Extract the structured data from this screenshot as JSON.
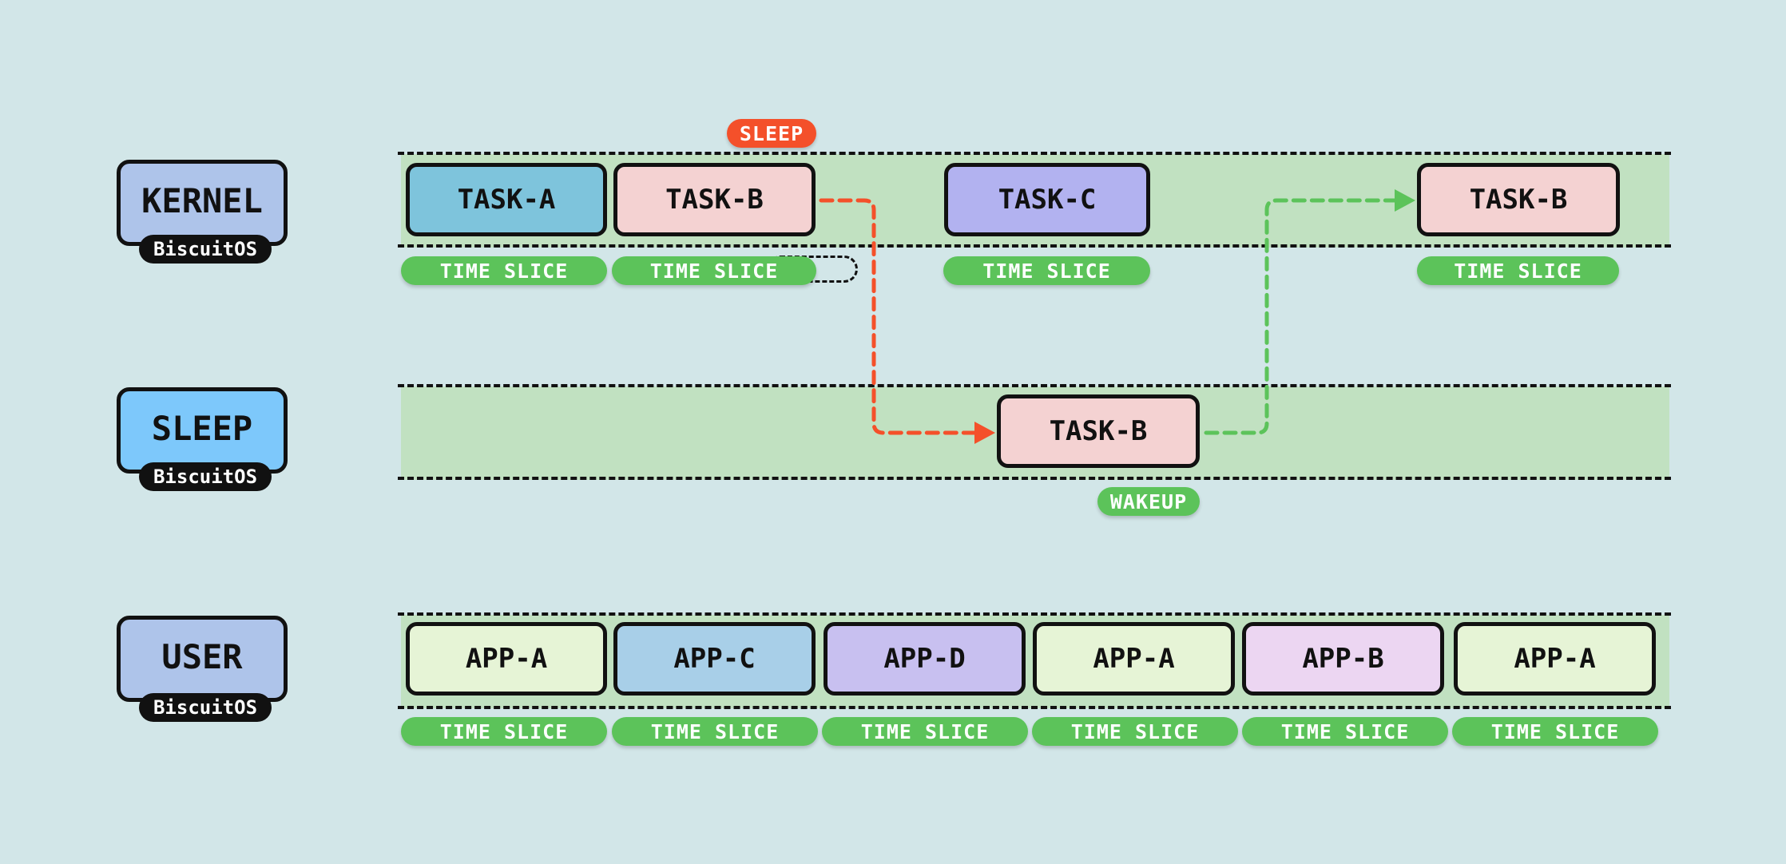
{
  "colors": {
    "background": "#d2e6e8",
    "band": "#c1e1c1",
    "slice_green": "#5cc35a",
    "sleep_red": "#f4502a",
    "wake_green": "#5cc35a"
  },
  "rows": {
    "kernel": {
      "name": "KERNEL",
      "tag": "BiscuitOS",
      "color": "#aec4ea"
    },
    "sleep": {
      "name": "SLEEP",
      "tag": "BiscuitOS",
      "color": "#7dc8fb"
    },
    "user": {
      "name": "USER",
      "tag": "BiscuitOS",
      "color": "#aec4ea"
    }
  },
  "kernel_tasks": [
    {
      "label": "TASK-A",
      "color": "#7ec4dc"
    },
    {
      "label": "TASK-B",
      "color": "#f4d2d2"
    },
    {
      "label": "TASK-C",
      "color": "#b2b2f0"
    },
    {
      "label": "TASK-B",
      "color": "#f4d2d2"
    }
  ],
  "kernel_slices": [
    "TIME SLICE",
    "TIME SLICE",
    "TIME SLICE",
    "TIME SLICE"
  ],
  "sleep_task": {
    "label": "TASK-B",
    "color": "#f4d2d2"
  },
  "events": {
    "sleep": "SLEEP",
    "wakeup": "WAKEUP"
  },
  "user_apps": [
    {
      "label": "APP-A",
      "color": "#e6f4d6"
    },
    {
      "label": "APP-C",
      "color": "#a8cfe8"
    },
    {
      "label": "APP-D",
      "color": "#c8c0f0"
    },
    {
      "label": "APP-A",
      "color": "#e6f4d6"
    },
    {
      "label": "APP-B",
      "color": "#ecd6f2"
    },
    {
      "label": "APP-A",
      "color": "#e6f4d6"
    }
  ],
  "user_slices": [
    "TIME SLICE",
    "TIME SLICE",
    "TIME SLICE",
    "TIME SLICE",
    "TIME SLICE",
    "TIME SLICE"
  ]
}
